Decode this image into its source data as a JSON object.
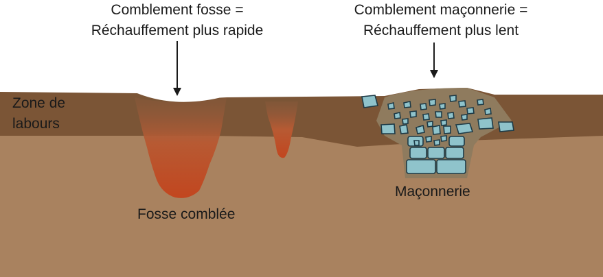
{
  "captions": {
    "pit_fill_line1": "Comblement fosse =",
    "pit_fill_line2": "Réchauffement plus rapide",
    "masonry_fill_line1": "Comblement maçonnerie =",
    "masonry_fill_line2": "Réchauffement plus lent"
  },
  "labels": {
    "plough_zone_line1": "Zone de",
    "plough_zone_line2": "labours",
    "filled_pit": "Fosse comblée",
    "masonry": "Maçonnerie"
  },
  "colors": {
    "subsoil": "#a9825f",
    "plough_zone": "#7b5536",
    "pit_fill": "#c2502a",
    "stone_fill": "#8fc3cb",
    "stone_outline": "#1d3a46",
    "masonry_fill_soil": "#8f7b5e",
    "arrow": "#1a1a1a"
  }
}
